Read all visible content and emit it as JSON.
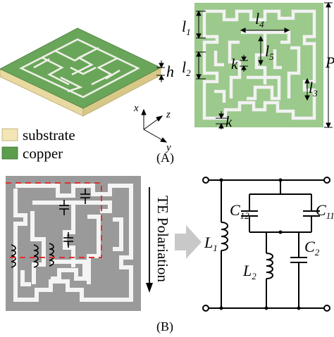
{
  "panel_a": {
    "label": "(A)",
    "dims": {
      "h": "h",
      "l1": "l",
      "l1_sub": "1",
      "l2": "l",
      "l2_sub": "2",
      "l3": "l",
      "l3_sub": "3",
      "l4": "l",
      "l4_sub": "4",
      "l5": "l",
      "l5_sub": "5",
      "k_top": "k",
      "k_bottom": "k",
      "P": "P"
    },
    "axes": {
      "x": "x",
      "y": "y",
      "z": "z"
    },
    "legend": [
      {
        "label": "substrate",
        "color": "#f3e6b4"
      },
      {
        "label": "copper",
        "color": "#5c9d4c"
      }
    ],
    "colors": {
      "copper": "#9cc98c",
      "copper_3d": "#6aa65a",
      "slot": "#f2f2f2",
      "substrate_side": "#e8d9a0"
    }
  },
  "panel_b": {
    "label": "(B)",
    "polarization_label": "TE Polariation",
    "colors": {
      "cell": "#9a9a9a",
      "slot": "#f4f4f4",
      "dash": "#e03030",
      "arrow": "#c8c8c8"
    },
    "circuit": {
      "L1": "L",
      "L1_sub": "1",
      "L2": "L",
      "L2_sub": "2",
      "C2": "C",
      "C2_sub": "2",
      "C11": "C",
      "C11_sub": "11",
      "C12": "C",
      "C12_sub": "12"
    }
  }
}
